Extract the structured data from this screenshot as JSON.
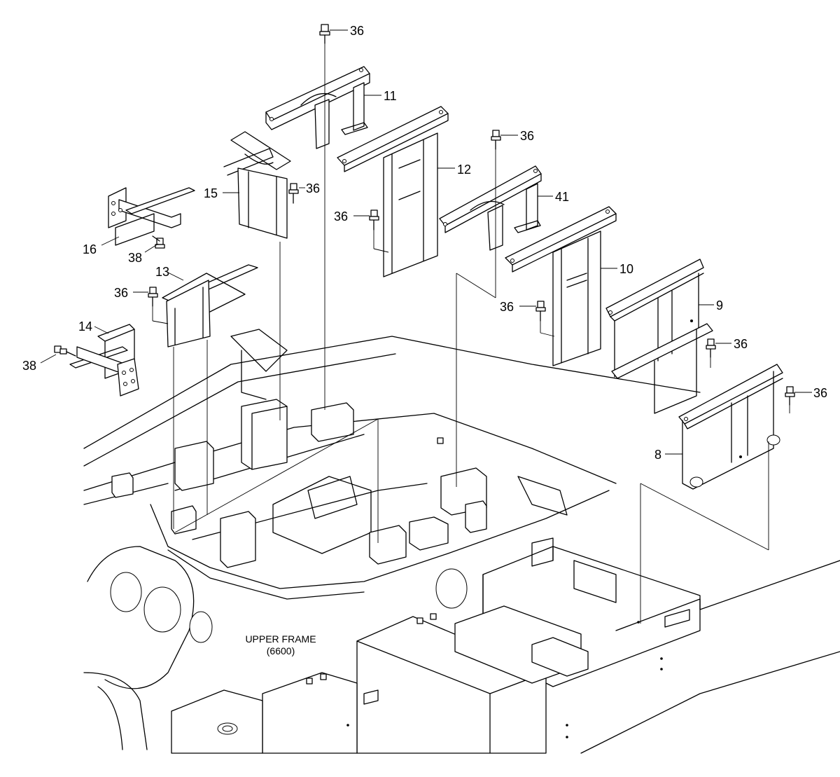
{
  "frame_caption": {
    "line1": "UPPER FRAME",
    "line2": "(6600)"
  },
  "callouts": [
    {
      "id": "c36a",
      "text": "36"
    },
    {
      "id": "c11",
      "text": "11"
    },
    {
      "id": "c12",
      "text": "12"
    },
    {
      "id": "c36b",
      "text": "36"
    },
    {
      "id": "c41",
      "text": "41"
    },
    {
      "id": "c15",
      "text": "15"
    },
    {
      "id": "c36c",
      "text": "36"
    },
    {
      "id": "c36d",
      "text": "36"
    },
    {
      "id": "c16",
      "text": "16"
    },
    {
      "id": "c38a",
      "text": "38"
    },
    {
      "id": "c13",
      "text": "13"
    },
    {
      "id": "c36e",
      "text": "36"
    },
    {
      "id": "c10",
      "text": "10"
    },
    {
      "id": "c36f",
      "text": "36"
    },
    {
      "id": "c9",
      "text": "9"
    },
    {
      "id": "c36g",
      "text": "36"
    },
    {
      "id": "c14",
      "text": "14"
    },
    {
      "id": "c38b",
      "text": "38"
    },
    {
      "id": "c36h",
      "text": "36"
    },
    {
      "id": "c8",
      "text": "8"
    }
  ]
}
